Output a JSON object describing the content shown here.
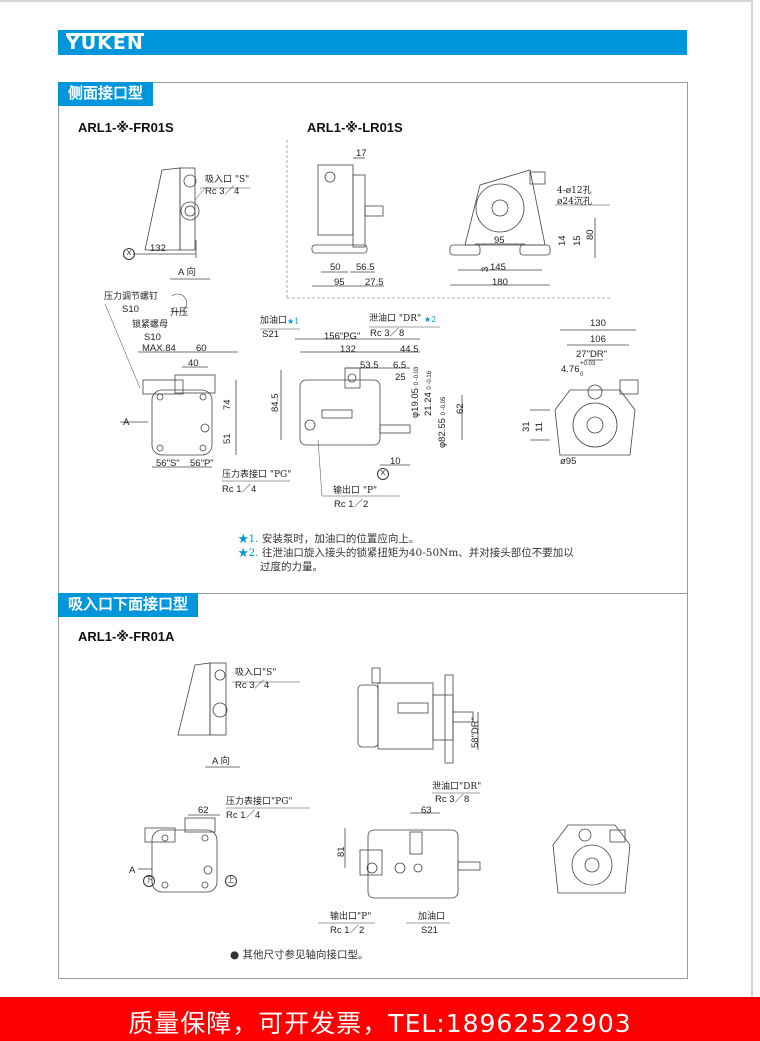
{
  "brand": {
    "logo": "YUKEN"
  },
  "sections": [
    {
      "title": "侧面接口型",
      "models": [
        "ARL1-※-FR01S",
        "ARL1-※-LR01S"
      ],
      "fr01s_view_a": {
        "suction": "吸入口 \"S\"",
        "suction_thread": "Rc 3／4",
        "dim_132": "132",
        "view_label": "A 向",
        "datum": "X"
      },
      "lr01s_side": {
        "d17": "17",
        "d50": "50",
        "d56_5": "56.5",
        "d95": "95",
        "d27_5": "27.5"
      },
      "lr01s_front": {
        "holes": "4-ø12孔",
        "counterbore": "ø24沉孔",
        "d95": "95",
        "d145": "145",
        "d180": "180",
        "d3": "3",
        "d14": "14",
        "d15": "15",
        "d80": "80"
      },
      "front_view": {
        "adj_screw": "压力调节螺钉",
        "adj_size": "S10",
        "raise": "升压",
        "lock_nut": "锁紧螺母",
        "lock_size": "S10",
        "max84": "MAX.84",
        "d60": "60",
        "d40": "40",
        "d74": "74",
        "d51": "51",
        "a_arrow": "A",
        "d56s": "56\"S\"",
        "d56p": "56\"P\"",
        "pg_port": "压力表接口 \"PG\"",
        "pg_thread": "Rc 1／4"
      },
      "side_view": {
        "fill_port": "加油口",
        "fill_star": "★1",
        "fill_size": "S21",
        "drain_port": "泄油口 \"DR\"",
        "drain_star": "★2",
        "drain_thread": "Rc 3／8",
        "d156pg": "156\"PG\"",
        "d132": "132",
        "d44_5": "44.5",
        "d53_5": "53.5",
        "d6_5": "6.5",
        "d25": "25",
        "shaft": "φ19.05",
        "shaft_tol": "0 -0.03",
        "key": "21.24",
        "key_tol": "0 -0.16",
        "pilot": "φ82.55",
        "pilot_tol": "0 -0.05",
        "d62": "62",
        "d84_5": "84.5",
        "d10": "10",
        "datum": "X",
        "out_port": "输出口 \"P\"",
        "out_thread": "Rc 1／2"
      },
      "end_view": {
        "d130": "130",
        "d106": "106",
        "d27dr": "27\"DR\"",
        "d4_76": "4.76",
        "tol": "+0.03 0",
        "d31": "31",
        "d11": "11",
        "d95": "ø95"
      },
      "notes": [
        {
          "mark": "★1.",
          "text": "安装泵时，加油口的位置应向上。"
        },
        {
          "mark": "★2.",
          "text": "往泄油口旋入接头的锁紧扭矩为40-50Nm、并对接头部位不要加以",
          "cont": "过度的力量。"
        }
      ]
    },
    {
      "title": "吸入口下面接口型",
      "models": [
        "ARL1-※-FR01A"
      ],
      "view_a": {
        "suction": "吸入口\"S\"",
        "suction_thread": "Rc 3／4",
        "view_label": "A 向"
      },
      "top_side": {
        "d58dr": "58\"DR\""
      },
      "front_view": {
        "pg_port": "压力表接口\"PG\"",
        "pg_thread": "Rc 1／4",
        "d62": "62",
        "a_arrow": "A",
        "down": "下",
        "up": "上"
      },
      "side_view": {
        "drain_port": "泄油口\"DR\"",
        "drain_thread": "Rc 3／8",
        "d63": "63",
        "d81": "81",
        "out_port": "输出口\"P\"",
        "out_thread": "Rc 1／2",
        "fill_port": "加油口",
        "fill_size": "S21"
      },
      "bottom_note": "● 其他尺寸参见轴向接口型。"
    }
  ],
  "footer": {
    "text": "质量保障，可开发票，TEL:18962522903"
  },
  "colors": {
    "brand_blue": "#0096dc",
    "footer_red": "#ff0000",
    "border_gray": "#9a9a9a"
  }
}
